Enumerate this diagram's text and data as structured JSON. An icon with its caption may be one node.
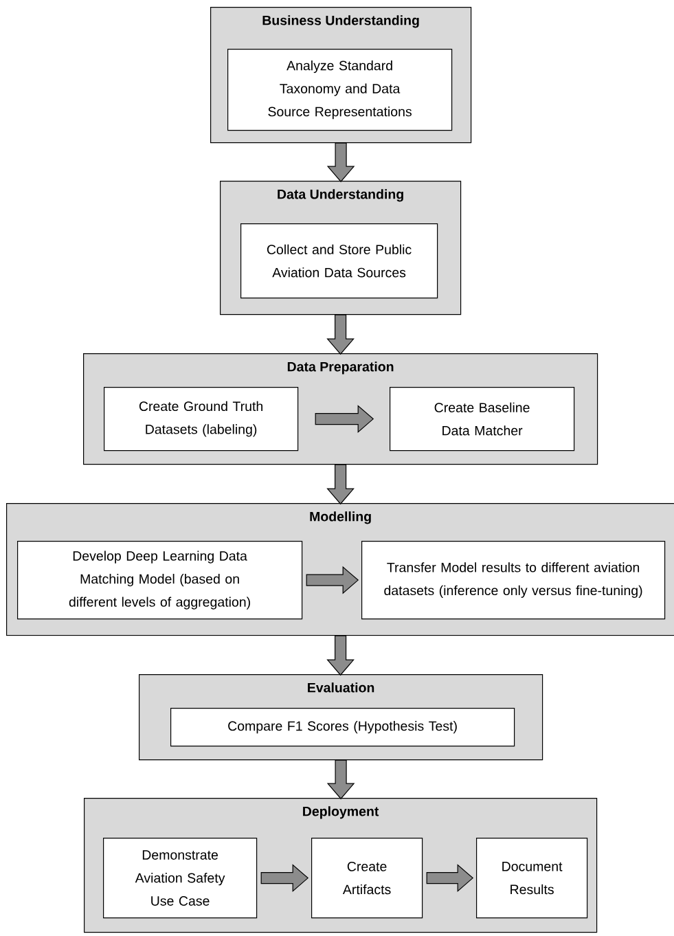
{
  "diagram": {
    "nodes": [
      {
        "text": [
          "Business Understanding"
        ]
      },
      {
        "text": [
          "Analyze Standard Taxonomy and Data Source Representations"
        ],
        "in": 0
      },
      {
        "text": [
          "Data Understanding"
        ]
      },
      {
        "text": [
          "Collect and Store Public Aviation Data Sources"
        ],
        "in": 2
      },
      {
        "text": [
          "Data Preparation"
        ]
      },
      {
        "text": [
          "Create Ground Truth Datasets (labeling)"
        ],
        "in": 4
      },
      {
        "text": [
          "Create Baseline Data Matcher"
        ],
        "in": 4
      },
      {
        "text": [
          "Modelling"
        ]
      },
      {
        "text": [
          "Develop Deep Learning Data Matching Model (based on different levels of aggregation)"
        ],
        "in": 7
      },
      {
        "text": [
          "Transfer Model results to different aviation datasets (inference only versus fine-tuning)"
        ],
        "in": 7
      },
      {
        "text": [
          "Evaluation"
        ]
      },
      {
        "text": [
          "Compare F1 Scores (Hypothesis Test)"
        ],
        "in": 10
      },
      {
        "text": [
          "Deployment"
        ]
      },
      {
        "text": [
          "Demonstrate Aviation Safety Use Case"
        ],
        "in": 12
      },
      {
        "text": [
          "Create Artifacts"
        ],
        "in": 12
      },
      {
        "text": [
          "Document Results"
        ],
        "in": 12
      }
    ],
    "edges": [
      {
        "from": 0,
        "to": 2,
        "arrow": "to"
      },
      {
        "from": 2,
        "to": 4,
        "arrow": "to"
      },
      {
        "from": 5,
        "to": 6,
        "arrow": "to"
      },
      {
        "from": 4,
        "to": 7,
        "arrow": "to"
      },
      {
        "from": 8,
        "to": 9,
        "arrow": "to"
      },
      {
        "from": 7,
        "to": 10,
        "arrow": "to"
      },
      {
        "from": 10,
        "to": 12,
        "arrow": "to"
      },
      {
        "from": 13,
        "to": 14,
        "arrow": "to"
      },
      {
        "from": 14,
        "to": 15,
        "arrow": "to"
      }
    ]
  }
}
